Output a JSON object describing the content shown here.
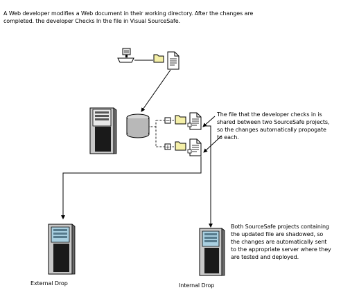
{
  "intro": {
    "line1": "A Web developer modifies a Web document in their working directory.  After the changes are",
    "line2": "completed. the developer Checks In the file in Visual SourceSafe."
  },
  "note_shared": {
    "line1": "The file that the developer checks in is",
    "line2": "shared between two SourceSafe projects,",
    "line3": "so the changes automatically propogate",
    "line4": "to each."
  },
  "note_shadowed": {
    "line1": "Both SourceSafe projects containing",
    "line2": "the updated file are shadowed, so",
    "line3": "the changes are automatically sent",
    "line4": "to the appropriate server where they",
    "line5": "are tested and deployed."
  },
  "labels": {
    "external_drop": "External Drop",
    "internal_drop": "Internal Drop",
    "collapse_symbol": "−",
    "expand_symbol": "+"
  },
  "colors": {
    "folder": "#f5f0a8",
    "panel": "#a9cfe0",
    "server_dark": "#1a1a1a",
    "server_light": "#cfcfcf"
  }
}
